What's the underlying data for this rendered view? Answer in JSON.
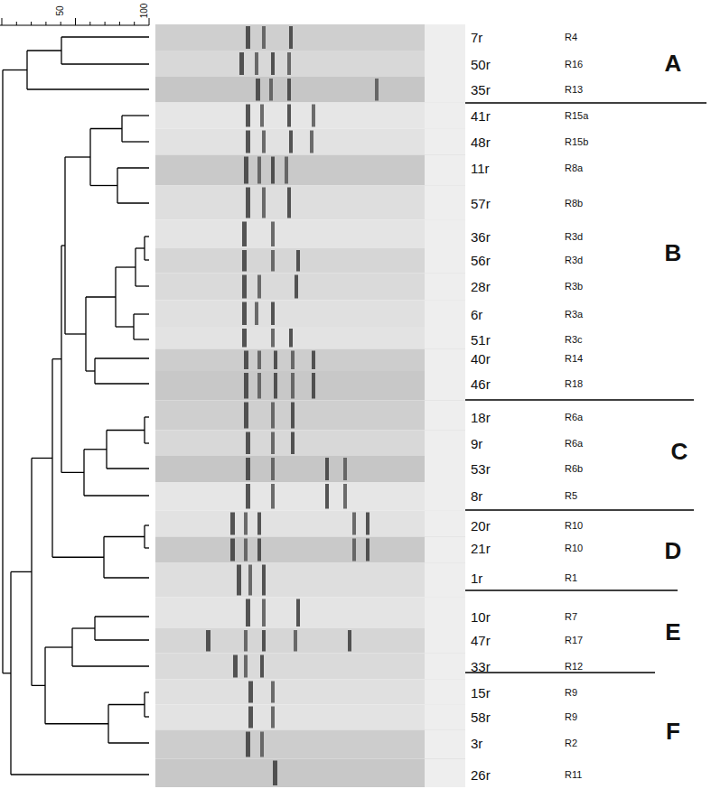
{
  "diagram": {
    "labels": [
      "50",
      "100",
      "7r",
      "R4",
      "50r",
      "R16",
      "35r",
      "R13",
      "41r",
      "R15a",
      "48r",
      "R15b",
      "11r",
      "R8a",
      "57r",
      "R8b",
      "36r",
      "R3d",
      "56r",
      "R3d",
      "28r",
      "R3b",
      "6r",
      "R3a",
      "51r",
      "R3c",
      "40r",
      "R14",
      "46r",
      "R18",
      "18r",
      "R6a",
      "9r",
      "R6a",
      "53r",
      "R6b",
      "8r",
      "R5",
      "20r",
      "R10",
      "21r",
      "R10",
      "1r",
      "R1",
      "10r",
      "R7",
      "47r",
      "R17",
      "33r",
      "R12",
      "15r",
      "R9",
      "58r",
      "R9",
      "3r",
      "R2",
      "26r",
      "R11",
      "A",
      "B",
      "C",
      "D",
      "E",
      "F"
    ]
  }
}
